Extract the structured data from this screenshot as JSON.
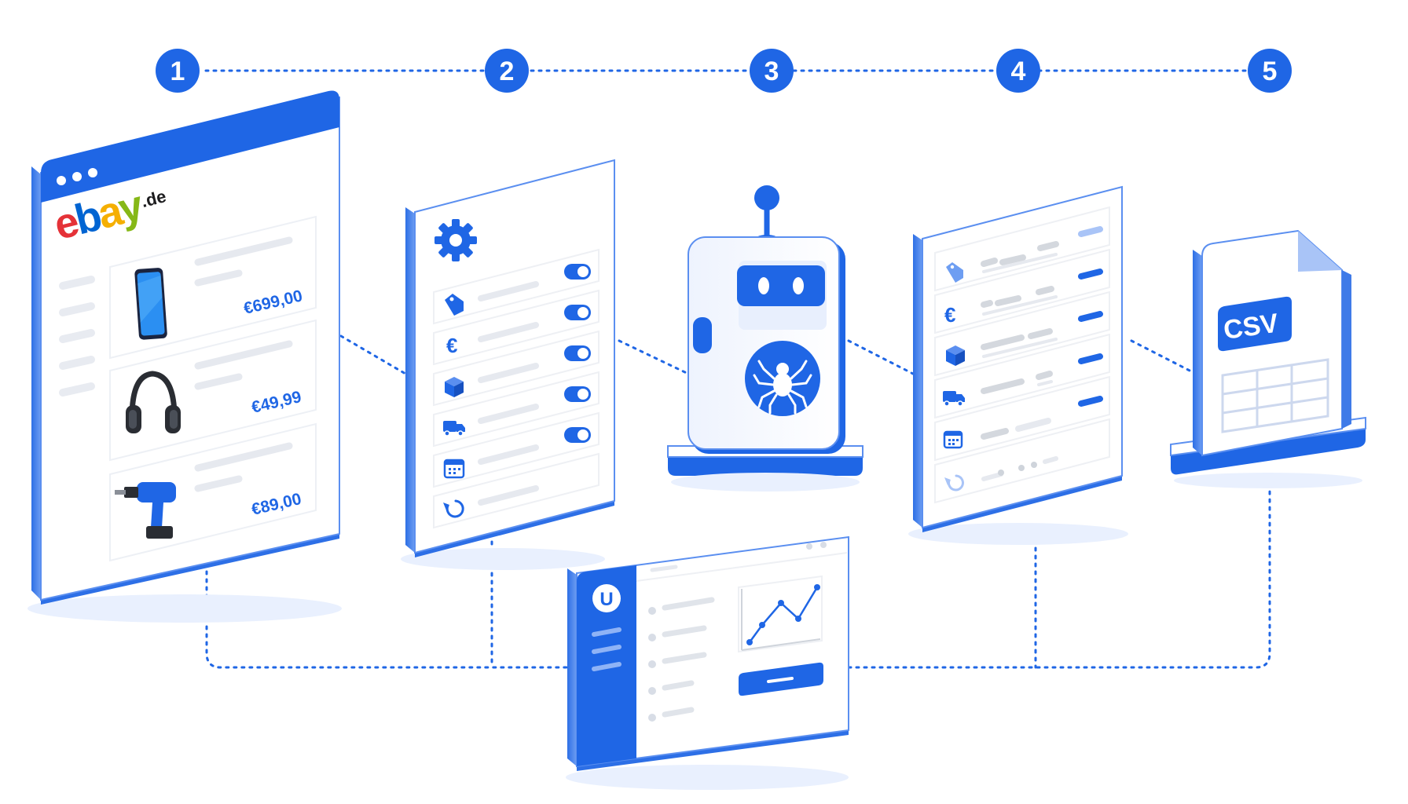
{
  "steps": [
    "1",
    "2",
    "3",
    "4",
    "5"
  ],
  "marketplace": {
    "logo_letters": [
      "e",
      "b",
      "a",
      "y"
    ],
    "logo_suffix": ".de",
    "products": [
      {
        "icon": "smartphone-icon",
        "price": "€699,00"
      },
      {
        "icon": "headphones-icon",
        "price": "€49,99"
      },
      {
        "icon": "power-drill-icon",
        "price": "€89,00"
      }
    ]
  },
  "settings": {
    "icon": "gear-icon",
    "rows": [
      {
        "icon": "price-tag-icon",
        "toggle": true
      },
      {
        "icon": "euro-icon",
        "glyph": "€",
        "toggle": true
      },
      {
        "icon": "package-icon",
        "toggle": true
      },
      {
        "icon": "truck-icon",
        "toggle": true
      },
      {
        "icon": "calendar-icon",
        "toggle": true
      },
      {
        "icon": "refresh-icon",
        "toggle": true
      }
    ]
  },
  "scraper": {
    "icon": "spider-icon",
    "robot": "robot-icon"
  },
  "results": {
    "rows": [
      {
        "icon": "price-tag-icon"
      },
      {
        "icon": "euro-icon",
        "glyph": "€"
      },
      {
        "icon": "package-icon"
      },
      {
        "icon": "truck-icon"
      },
      {
        "icon": "calendar-icon"
      },
      {
        "icon": "refresh-icon"
      }
    ]
  },
  "export": {
    "label": "CSV",
    "icon": "file-icon"
  },
  "dashboard": {
    "logo": "U",
    "chart_icon": "line-chart-icon"
  },
  "colors": {
    "blue": "#1f66e5",
    "light_blue": "#dbe7fd",
    "outline": "#5b8ff0",
    "ebay_e": "#e53238",
    "ebay_b": "#0064d2",
    "ebay_a": "#f5af02",
    "ebay_y": "#86b817"
  }
}
